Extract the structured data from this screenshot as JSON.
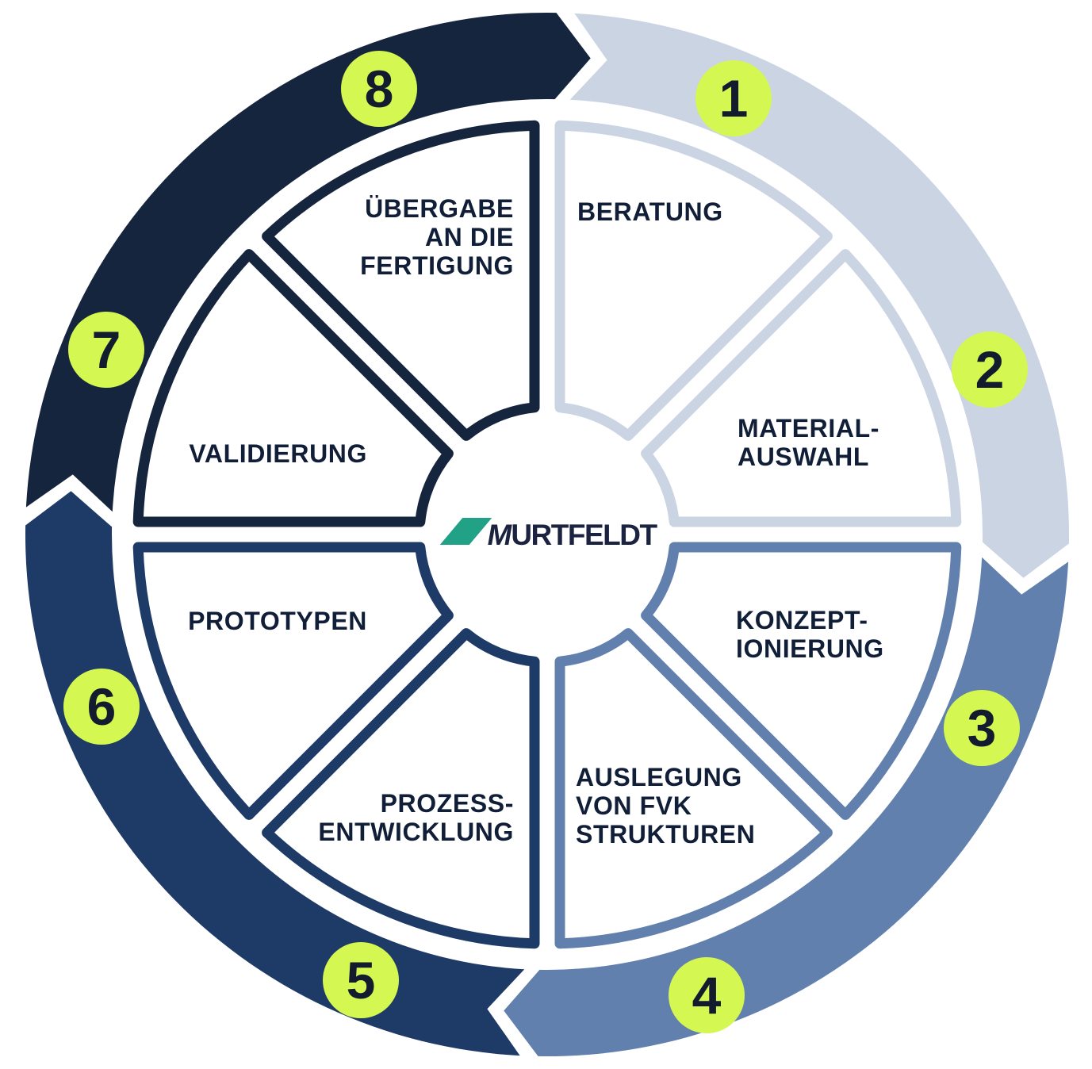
{
  "diagram": {
    "logo": {
      "text": "MURTFELDT"
    },
    "colors": {
      "background": "#ffffff",
      "phase_1_2": "#cbd4e3",
      "phase_3_4": "#6280ad",
      "phase_5_6": "#1e3a66",
      "phase_7_8": "#16253e",
      "wedge_fill": "#ffffff",
      "badge": "#d4f751",
      "badge_number": "#131c2e",
      "label_text": "#111e38",
      "logo_green": "#21a186",
      "logo_navy": "#1b2340"
    },
    "steps": [
      {
        "number": "1",
        "label": "BERATUNG",
        "phase": "phase_1_2"
      },
      {
        "number": "2",
        "label": "MATERIAL-\nAUSWAHL",
        "phase": "phase_1_2"
      },
      {
        "number": "3",
        "label": "KONZEPT-\nIONIERUNG",
        "phase": "phase_3_4"
      },
      {
        "number": "4",
        "label": "AUSLEGUNG\nVON FVK\nSTRUKTUREN",
        "phase": "phase_3_4"
      },
      {
        "number": "5",
        "label": "PROZESS-\nENTWICKLUNG",
        "phase": "phase_5_6"
      },
      {
        "number": "6",
        "label": "PROTOTYPEN",
        "phase": "phase_5_6"
      },
      {
        "number": "7",
        "label": "VALIDIERUNG",
        "phase": "phase_7_8"
      },
      {
        "number": "8",
        "label": "ÜBERGABE\nAN DIE\nFERTIGUNG",
        "phase": "phase_7_8"
      }
    ]
  }
}
